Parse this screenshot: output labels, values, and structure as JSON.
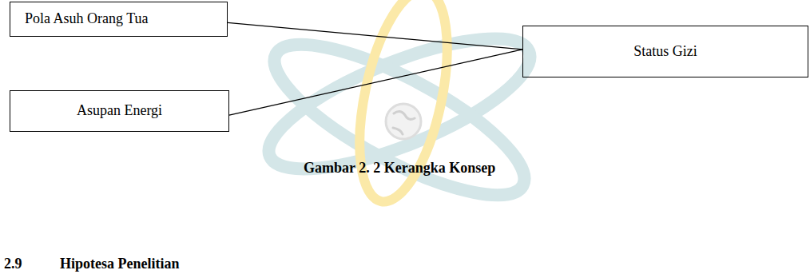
{
  "diagram": {
    "caption": "Gambar 2. 2 Kerangka Konsep",
    "nodes": [
      {
        "text": [
          "Pola Asuh Orang Tua"
        ]
      },
      {
        "text": [
          "Status Gizi"
        ]
      },
      {
        "text": [
          "Asupan Energi"
        ]
      }
    ],
    "edges": [
      {
        "from": 0,
        "to": 1,
        "arrow": "none"
      },
      {
        "from": 2,
        "to": 1,
        "arrow": "none"
      }
    ],
    "labels": [
      "2.9",
      "Hipotesa Penelitian"
    ]
  }
}
